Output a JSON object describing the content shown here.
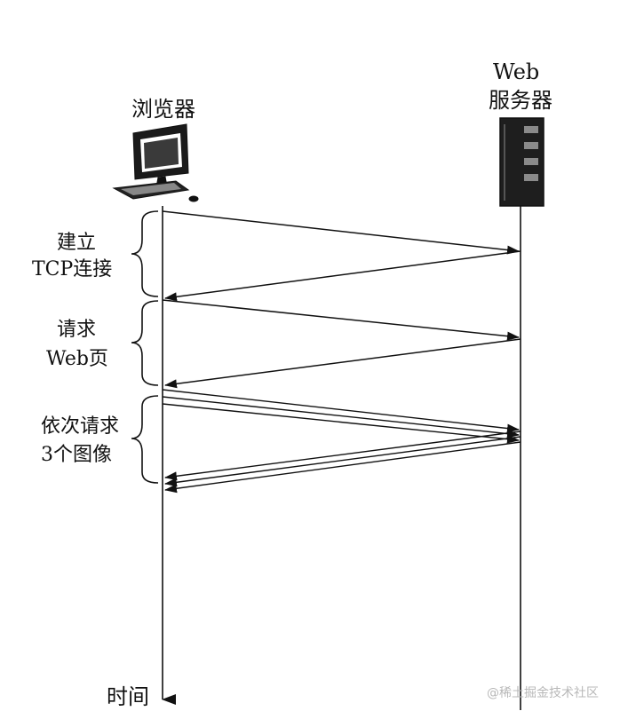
{
  "participants": {
    "browser": {
      "label": "浏览器",
      "icon": "computer-icon"
    },
    "server": {
      "label_line1": "Web",
      "label_line2": "服务器",
      "icon": "server-icon"
    }
  },
  "phases": [
    {
      "line1": "建立",
      "line2": "TCP连接"
    },
    {
      "line1": "请求",
      "line2": "Web页"
    },
    {
      "line1": "依次请求",
      "line2": "3个图像"
    }
  ],
  "time_axis": {
    "label": "时间"
  },
  "watermark": "@稀土掘金技术社区",
  "colors": {
    "ink": "#111111",
    "server_body": "#1e1e1e",
    "watermark": "#b8b8b8"
  }
}
